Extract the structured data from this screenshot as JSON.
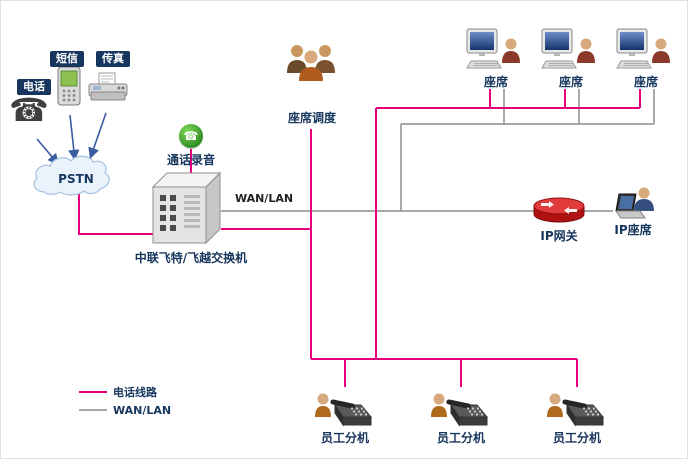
{
  "nodes": {
    "phone": "电话",
    "sms": "短信",
    "fax": "传真",
    "pstn": "PSTN",
    "recorder": "通话录音",
    "switch": "中联飞特/飞越交换机",
    "wan_lan": "WAN/LAN",
    "dispatch": "座席调度",
    "agent": "座席",
    "ip_gateway": "IP网关",
    "ip_agent": "IP座席",
    "extension": "员工分机"
  },
  "legend": {
    "phone_line": "电话线路",
    "wan_line": "WAN/LAN"
  },
  "colors": {
    "phone_line": "#E6007E",
    "wan_line": "#8C8C8C",
    "arrow": "#3A5BA0",
    "label_text": "#17365D",
    "tag_bg": "#17365D"
  },
  "icons": {
    "phone_glyph": "☎",
    "recorder_glyph": "☎"
  }
}
